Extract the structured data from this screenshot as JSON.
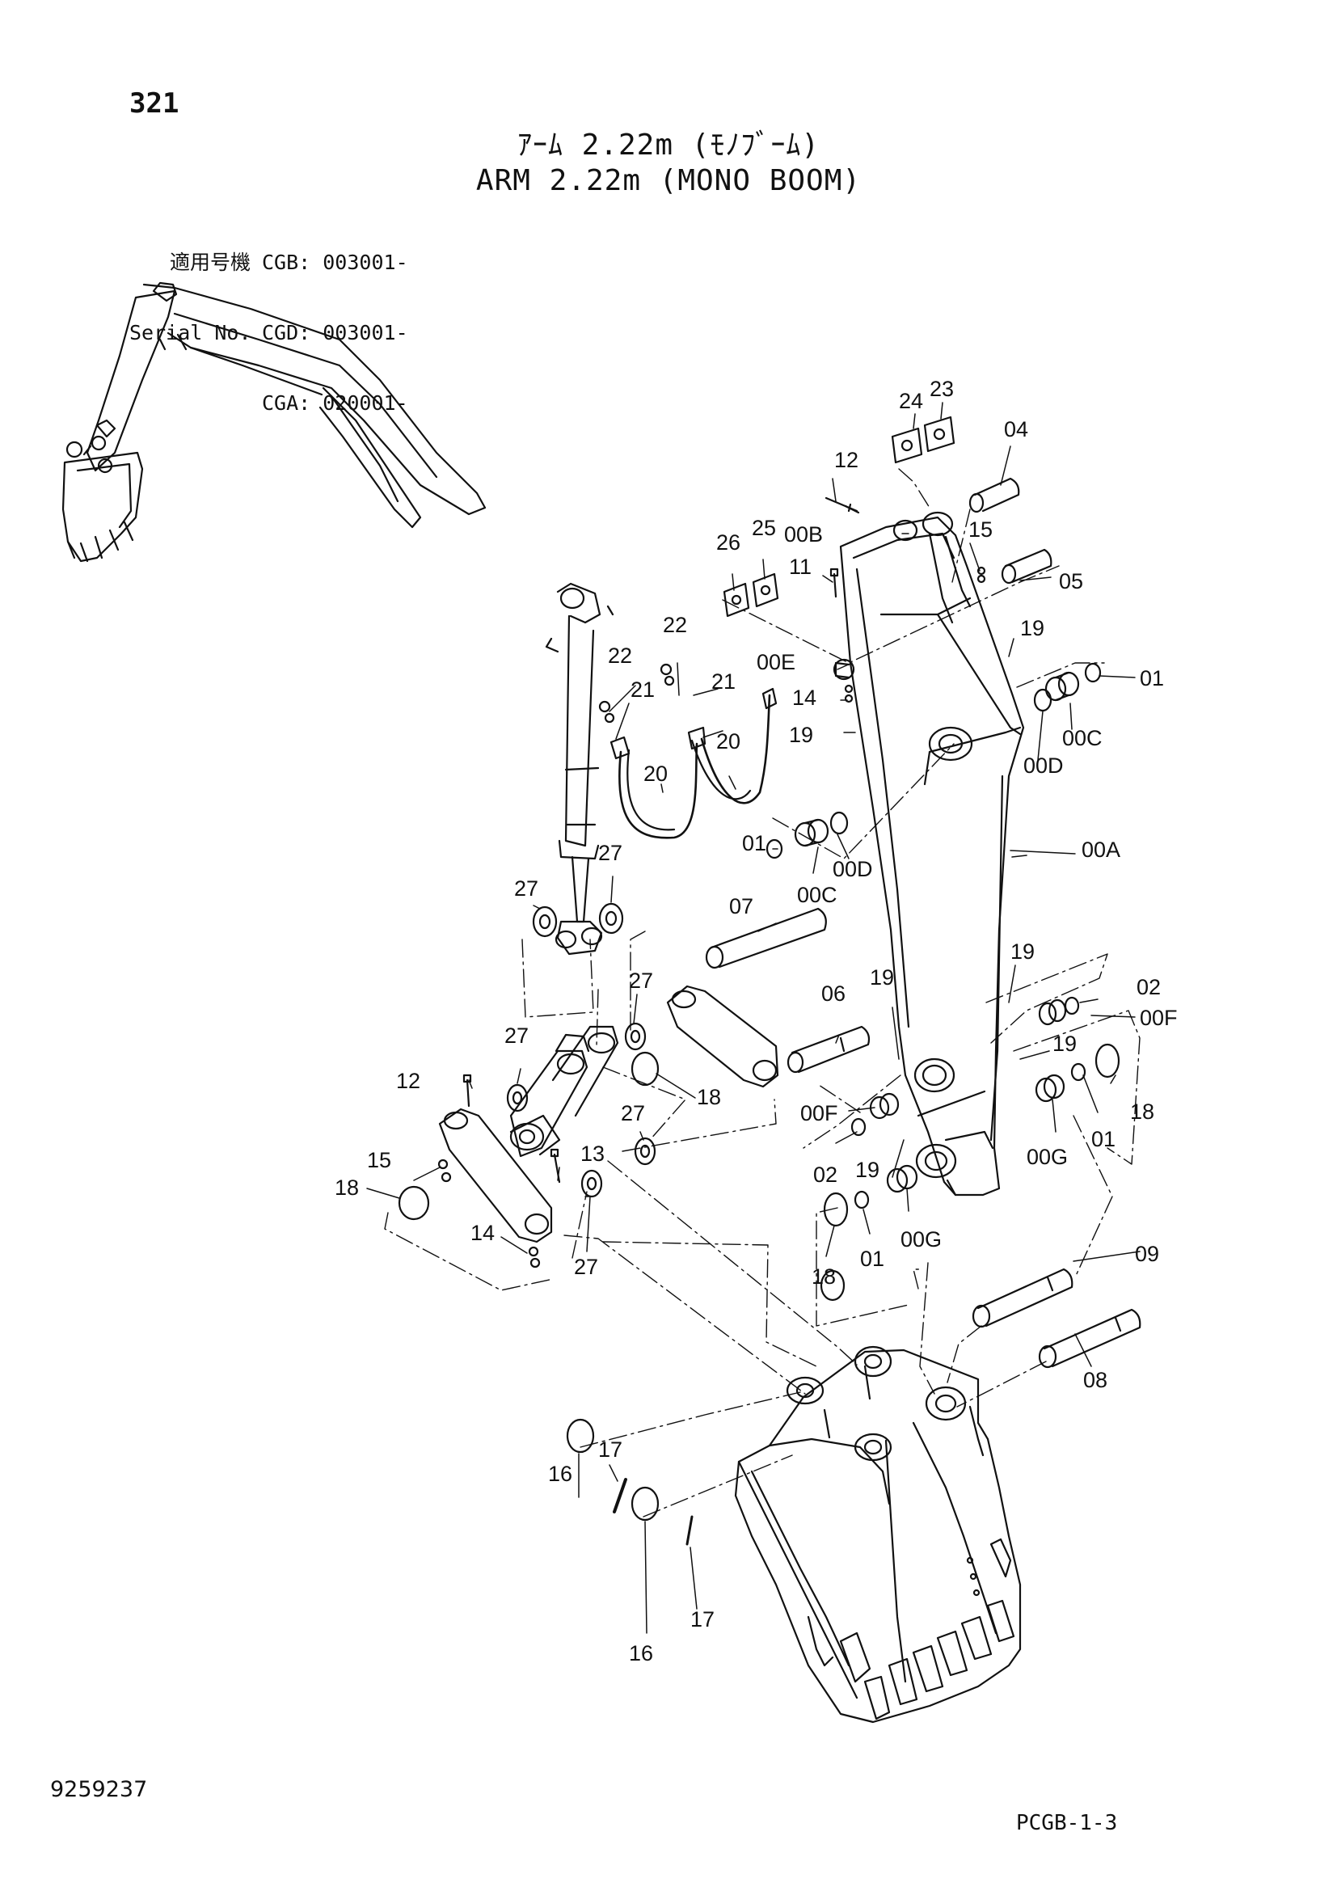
{
  "header": {
    "page_number": "321",
    "title_jp": "ｱｰﾑ 2.22m (ﾓﾉﾌﾞｰﾑ)",
    "title_en": "ARM 2.22m (MONO BOOM)"
  },
  "serial_block": {
    "rows": [
      {
        "label": "適用号機",
        "value": "CGB: 003001-"
      },
      {
        "label": "Serial No.",
        "value": "CGD: 003001-"
      },
      {
        "label": "",
        "value": "CGA: 020001-"
      }
    ]
  },
  "callouts": [
    "00A",
    "00B",
    "00C",
    "00D",
    "00E",
    "00F",
    "00G",
    "01",
    "02",
    "04",
    "05",
    "06",
    "07",
    "08",
    "09",
    "11",
    "12",
    "13",
    "14",
    "15",
    "16",
    "17",
    "18",
    "19",
    "20",
    "21",
    "22",
    "23",
    "24",
    "25",
    "26",
    "27"
  ],
  "footer": {
    "drawing_number": "9259237",
    "page_code": "PCGB-1-3"
  }
}
